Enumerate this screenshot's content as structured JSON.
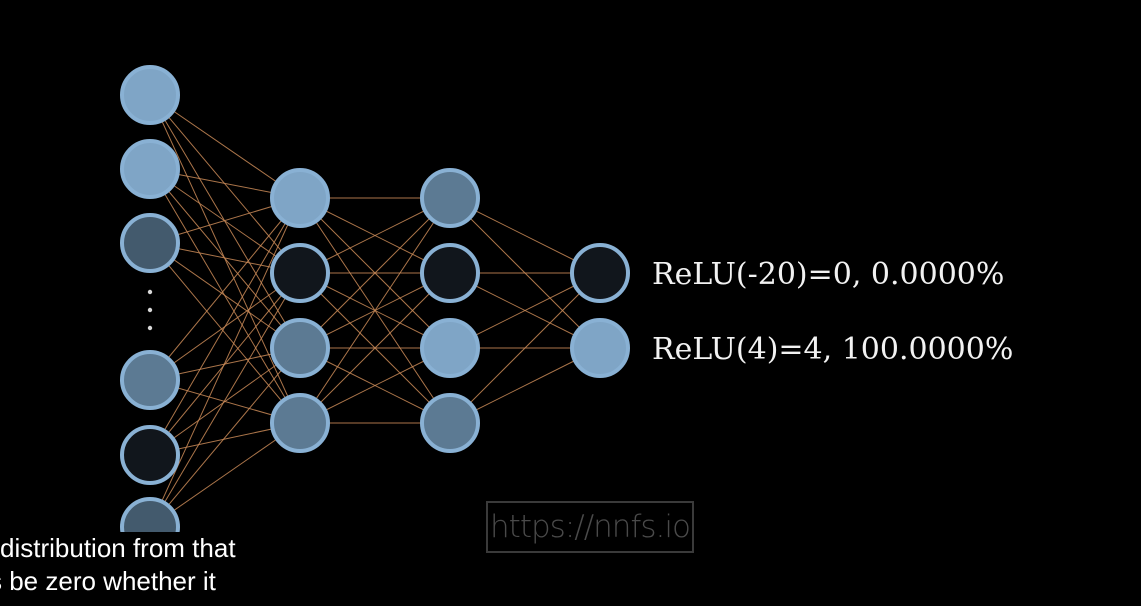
{
  "diagram": {
    "layers": [
      {
        "name": "input",
        "nodes": [
          "light",
          "light",
          "dark-mid",
          "gap",
          "mid",
          "dark",
          "dark-mid"
        ]
      },
      {
        "name": "hidden-1",
        "nodes": [
          "light",
          "dark",
          "mid",
          "mid"
        ]
      },
      {
        "name": "hidden-2",
        "nodes": [
          "mid",
          "dark",
          "light",
          "mid"
        ]
      },
      {
        "name": "output",
        "nodes": [
          "dark",
          "light"
        ]
      }
    ],
    "output_labels": [
      "ReLU(-20)=0, 0.0000%",
      "ReLU(4)=4, 100.0000%"
    ],
    "colors": {
      "background": "#000000",
      "node_stroke": "#89b1d4",
      "node_light": "#7fa5c6",
      "node_mid": "#5c7a93",
      "node_dark_mid": "#435a6d",
      "node_dark": "#11161c",
      "edge": "#c98a57"
    }
  },
  "watermark": "https://nnfs.io",
  "captions": [
    "distribution from that",
    "ys be zero whether it"
  ]
}
